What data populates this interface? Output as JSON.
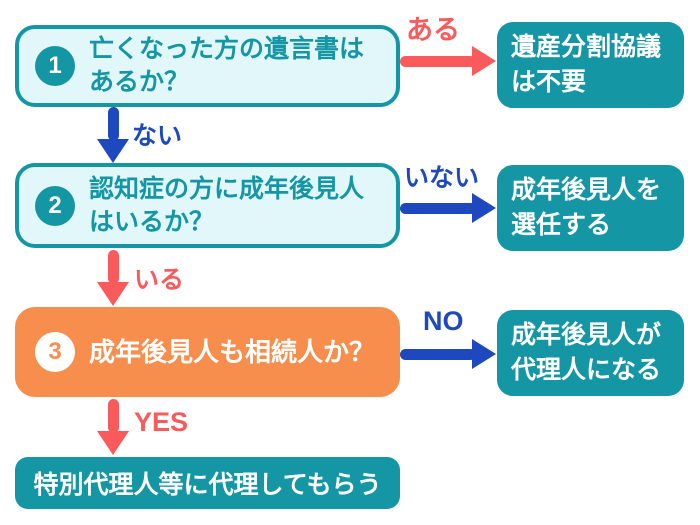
{
  "diagram": {
    "type": "flowchart",
    "topic": "inheritance-procedure-decision-flow",
    "colors": {
      "teal": "#1496a5",
      "teal_light_fill": "#e2f7fa",
      "orange": "#f78e4d",
      "red": "#fa5a5c",
      "blue": "#1e49be",
      "white_text": "#ffffff",
      "background": "#ffffff"
    },
    "step1": {
      "number": "1",
      "question_line1": "亡くなった方の遺言書は",
      "question_line2": "あるか？",
      "branch_right_label": "ある",
      "branch_down_label": "ない",
      "result_line1": "遺産分割協議",
      "result_line2": "は不要"
    },
    "step2": {
      "number": "2",
      "question_line1": "認知症の方に成年後見人",
      "question_line2": "はいるか？",
      "branch_right_label": "いない",
      "branch_down_label": "いる",
      "result_line1": "成年後見人を",
      "result_line2": "選任する"
    },
    "step3": {
      "number": "3",
      "question_line1": "成年後見人も相続人か？",
      "branch_right_label": "NO",
      "branch_down_label": "YES",
      "result_line1": "成年後見人が",
      "result_line2": "代理人になる"
    },
    "final_result": "特別代理人等に代理してもらう"
  }
}
